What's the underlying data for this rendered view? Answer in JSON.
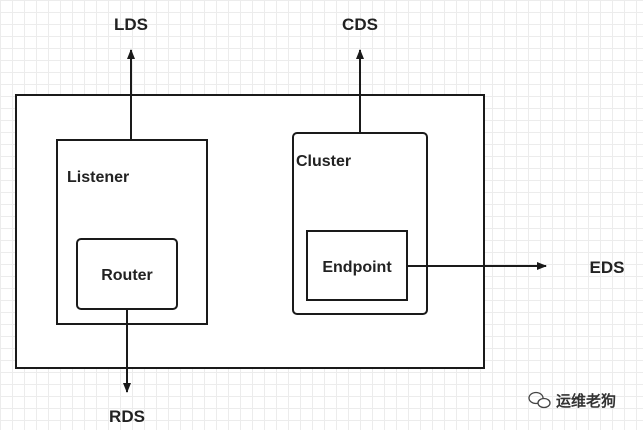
{
  "outer_labels": {
    "lds": "LDS",
    "cds": "CDS",
    "rds": "RDS",
    "eds": "EDS"
  },
  "components": {
    "listener": "Listener",
    "router": "Router",
    "cluster": "Cluster",
    "endpoint": "Endpoint"
  },
  "watermark": {
    "text": "运维老狗",
    "icon": "wechat-icon"
  }
}
